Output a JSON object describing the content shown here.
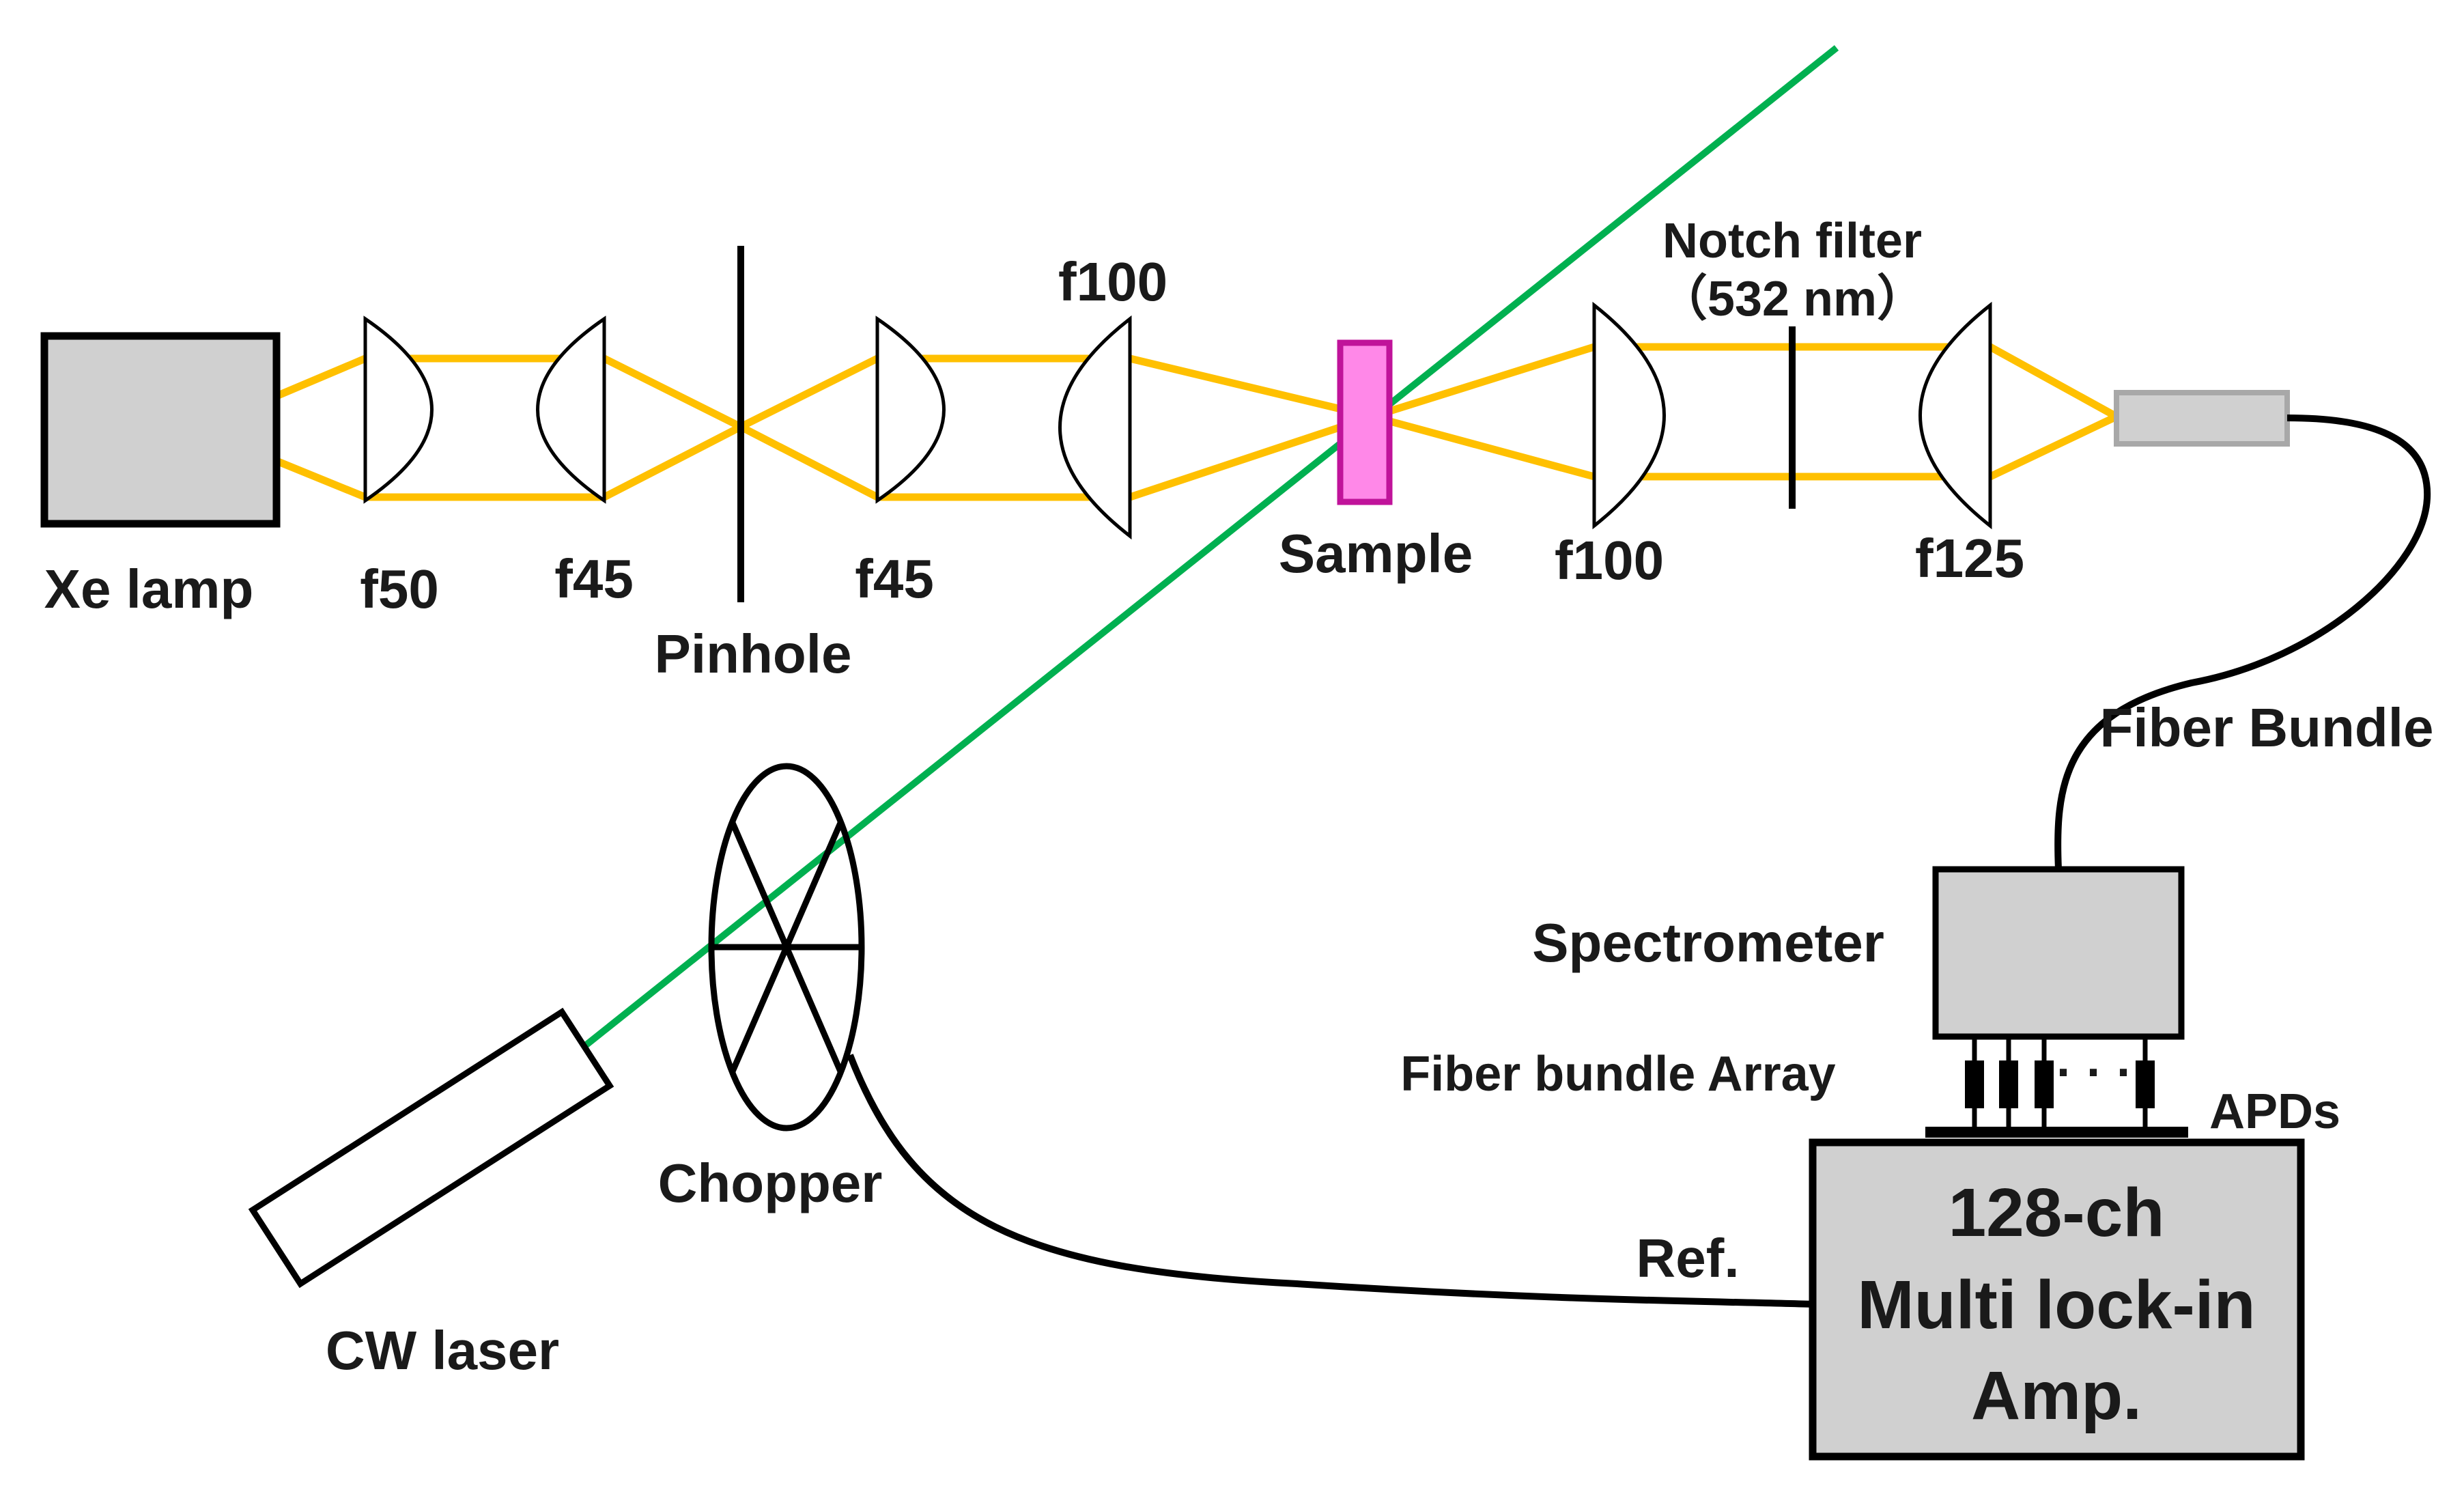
{
  "colors": {
    "beam": "#ffc000",
    "laser_beam": "#00b050",
    "sample_fill": "#ff88e8",
    "sample_stroke": "#c0139a",
    "box_fill": "#d0d0d0",
    "line": "#000000"
  },
  "labels": {
    "xe_lamp": "Xe lamp",
    "f50": "f50",
    "f45_a": "f45",
    "pinhole": "Pinhole",
    "f45_b": "f45",
    "f100_a": "f100",
    "sample": "Sample",
    "f100_b": "f100",
    "notch_filter": "Notch filter",
    "notch_wavelength": "（532 nm）",
    "f125": "f125",
    "fiber_bundle": "Fiber Bundle",
    "spectrometer": "Spectrometer",
    "fiber_bundle_array": "Fiber bundle Array",
    "apds": "APDs",
    "ellipsis": "· · ·",
    "chopper": "Chopper",
    "cw_laser": "CW laser",
    "ref": "Ref.",
    "amp_line1": "128-ch",
    "amp_line2": "Multi lock-in",
    "amp_line3": "Amp."
  }
}
